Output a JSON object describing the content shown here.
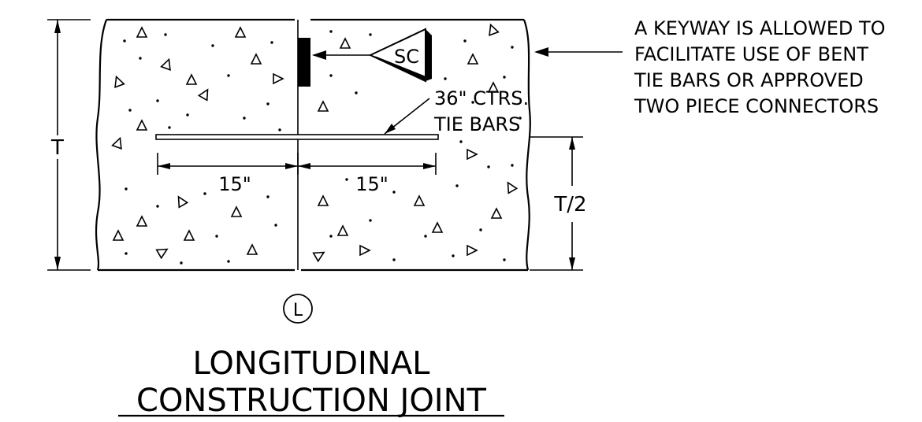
{
  "dimensions": {
    "thickness_label": "T",
    "half_thickness_label": "T/2",
    "left_spacing": "15\"",
    "right_spacing": "15\""
  },
  "tie_bar_note": {
    "line1": "36\" CTRS.",
    "line2": "TIE BARS"
  },
  "keyway_note": {
    "lines": [
      "A KEYWAY IS ALLOWED TO",
      "FACILITATE USE OF BENT",
      "TIE BARS OR APPROVED",
      "TWO PIECE CONNECTORS"
    ]
  },
  "sealant_symbol": "SC",
  "centerline_symbol": "L",
  "title": {
    "line1": "LONGITUDINAL",
    "line2": "CONSTRUCTION JOINT"
  }
}
